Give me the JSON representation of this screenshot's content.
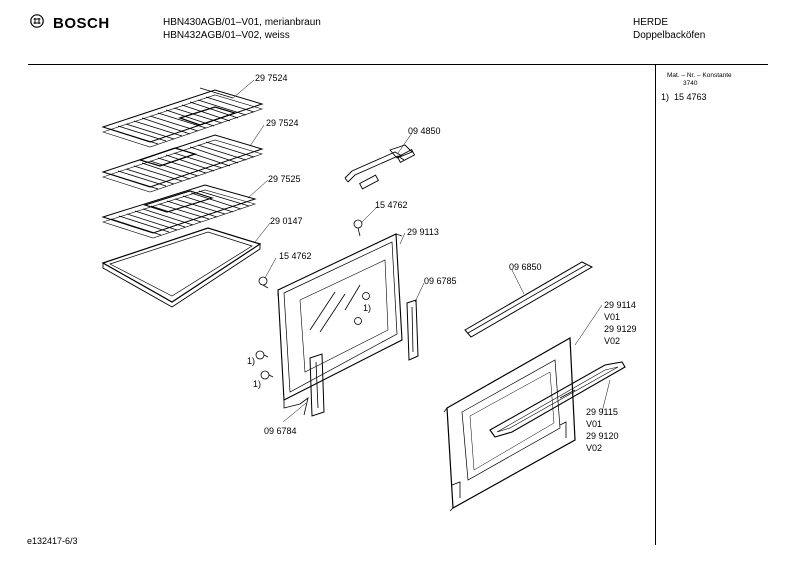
{
  "header": {
    "brand": "BOSCH",
    "model_line1": "HBN430AGB/01–V01, merianbraun",
    "model_line2": "HBN432AGB/01–V02, weiss",
    "category_line1": "HERDE",
    "category_line2": "Doppelbacköfen"
  },
  "sidebar": {
    "heading": "Mat. – Nr. – Konstante",
    "constant": "3740",
    "entries": [
      {
        "marker": "1)",
        "value": "15 4763"
      }
    ]
  },
  "labels": {
    "p297524a": "29 7524",
    "p297524b": "29 7524",
    "p297525": "29 7525",
    "p290147": "29 0147",
    "p094850": "09 4850",
    "p154762a": "15 4762",
    "p154762b": "15 4762",
    "p299113": "29 9113",
    "p096785": "09 6785",
    "p096784": "09 6784",
    "p096850": "09 6850",
    "p299114": "29 9114",
    "v01a": "V01",
    "p299129": "29 9129",
    "v02a": "V02",
    "p299115": "29 9115",
    "v01b": "V01",
    "p299120": "29 9120",
    "v02b": "V02",
    "m1": "1)",
    "m2": "1)",
    "m3": "1)"
  },
  "footer": {
    "doc_id": "e132417-6/3"
  }
}
